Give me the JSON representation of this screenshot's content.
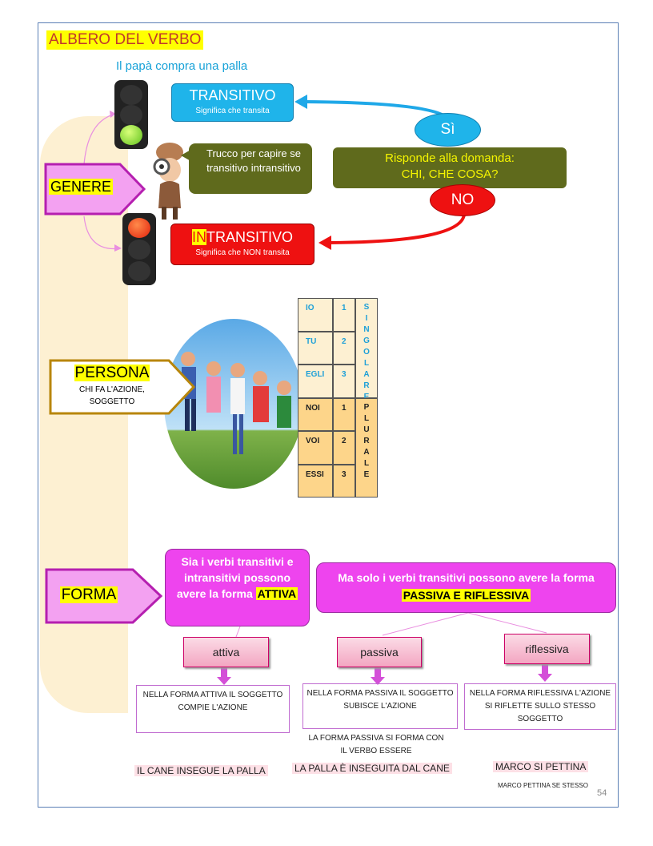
{
  "title": "ALBERO DEL VERBO",
  "sentence": "Il papà compra una palla",
  "genere": {
    "label": "GENERE",
    "transitivo": {
      "title": "TRANSITIVO",
      "sub": "Significa che transita"
    },
    "intransitivo": {
      "title_hl": "IN",
      "title_rest": "TRANSITIVO",
      "sub": "Significa che NON transita"
    },
    "trucco": "Trucco per capire se transitivo intransitivo",
    "si": "Sì",
    "no": "NO",
    "domanda_line1": "Risponde alla domanda:",
    "domanda_line2": "CHI, CHE COSA?"
  },
  "persona": {
    "label": "PERSONA",
    "sub": "CHI FA L'AZIONE, SOGGETTO",
    "singolare": "SINGOLARE",
    "plurale": "PLURALE",
    "rows": [
      {
        "pronoun": "IO",
        "num": "1"
      },
      {
        "pronoun": "TU",
        "num": "2"
      },
      {
        "pronoun": "EGLI",
        "num": "3"
      },
      {
        "pronoun": "NOI",
        "num": "1"
      },
      {
        "pronoun": "VOI",
        "num": "2"
      },
      {
        "pronoun": "ESSI",
        "num": "3"
      }
    ]
  },
  "forma": {
    "label": "FORMA",
    "box1_text": "Sia i verbi transitivi e intransitivi possono avere la forma",
    "box1_hl": "ATTIVA",
    "box2_text": "Ma solo i verbi transitivi possono avere la forma",
    "box2_hl": "PASSIVA E RIFLESSIVA",
    "attiva": "attiva",
    "passiva": "passiva",
    "riflessiva": "riflessiva",
    "note_attiva": "NELLA FORMA ATTIVA IL SOGGETTO COMPIE L'AZIONE",
    "note_passiva": "NELLA FORMA PASSIVA IL SOGGETTO SUBISCE L'AZIONE",
    "note_riflessiva": "NELLA FORMA RIFLESSIVA L'AZIONE SI RIFLETTE SULLO STESSO SOGGETTO",
    "passiva_extra": "LA FORMA PASSIVA SI FORMA CON IL VERBO ESSERE",
    "ex_attiva": "IL CANE INSEGUE LA PALLA",
    "ex_passiva": "LA PALLA È INSEGUITA DAL CANE",
    "ex_riflessiva": "MARCO SI PETTINA",
    "ex_riflessiva_sub": "MARCO PETTINA SE STESSO"
  },
  "page_number": "54",
  "colors": {
    "cyan": "#1fb4ea",
    "red": "#ee1111",
    "olive": "#5f6a1c",
    "magenta": "#ee44ee",
    "pink_box": "#f5a6f5"
  }
}
